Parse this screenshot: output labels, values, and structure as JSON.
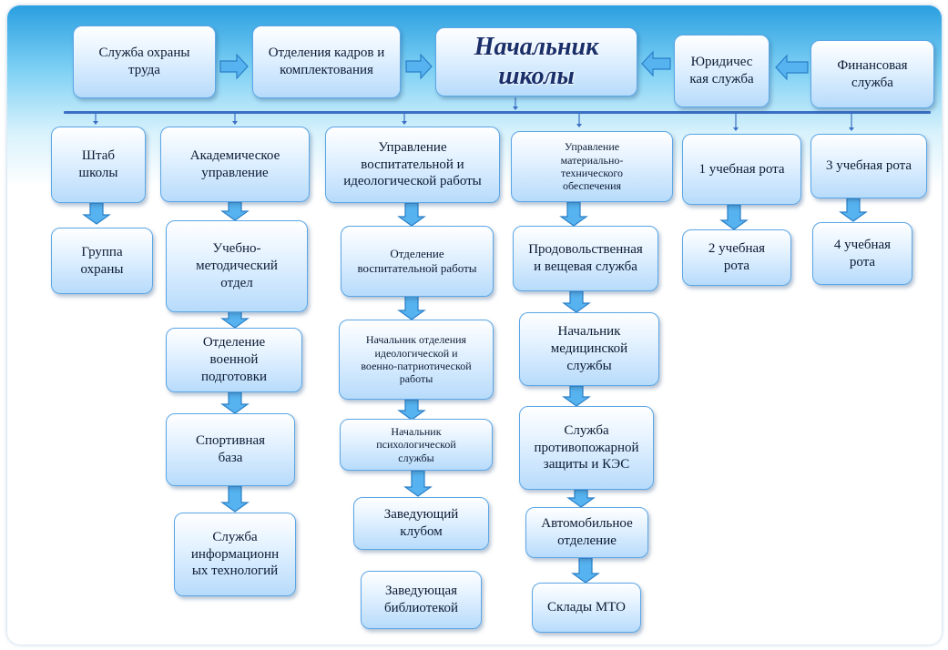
{
  "diagram": {
    "top_row": {
      "labor_safety": "Служба охраны\nтруда",
      "hr": "Отделения кадров и\nкомплектования",
      "chief": "Начальник\nшколы",
      "legal": "Юридичес\nкая служба",
      "finance": "Финансовая\nслужба"
    },
    "columns": {
      "hq": {
        "head": "Штаб\nшколы",
        "items": [
          "Группа\nохраны"
        ]
      },
      "academic": {
        "head": "Академическое\nуправление",
        "items": [
          "Учебно-\nметодический\nотдел",
          "Отделение\nвоенной\nподготовки",
          "Спортивная\nбаза",
          "Служба\nинформационн\nых технологий"
        ]
      },
      "education": {
        "head": "Управление\nвоспитательной и\nидеологической работы",
        "items": [
          "Отделение\nвоспитательной работы",
          "Начальник отделения\nидеологической и\nвоенно-патриотической\nработы",
          "Начальник\nпсихологической\nслужбы",
          "Заведующий\nклубом",
          "Заведующая\nбиблиотекой"
        ]
      },
      "logistics": {
        "head": "Управление\nматериально-\nтехнического\nобеспечения",
        "items": [
          "Продовольственная\nи вещевая служба",
          "Начальник\nмедицинской\nслужбы",
          "Служба\nпротивопожарной\nзащиты и КЭС",
          "Автомобильное\nотделение",
          "Склады МТО"
        ]
      },
      "company1": {
        "head": "1 учебная рота",
        "items": [
          "2 учебная\nрота"
        ]
      },
      "company3": {
        "head": "3 учебная рота",
        "items": [
          "4 учебная\nрота"
        ]
      }
    }
  },
  "colors": {
    "arrow_fill": "#56b3ef",
    "arrow_stroke": "#2a7fc7",
    "line": "#3b6fc4",
    "box_border": "#5aa6e6"
  }
}
